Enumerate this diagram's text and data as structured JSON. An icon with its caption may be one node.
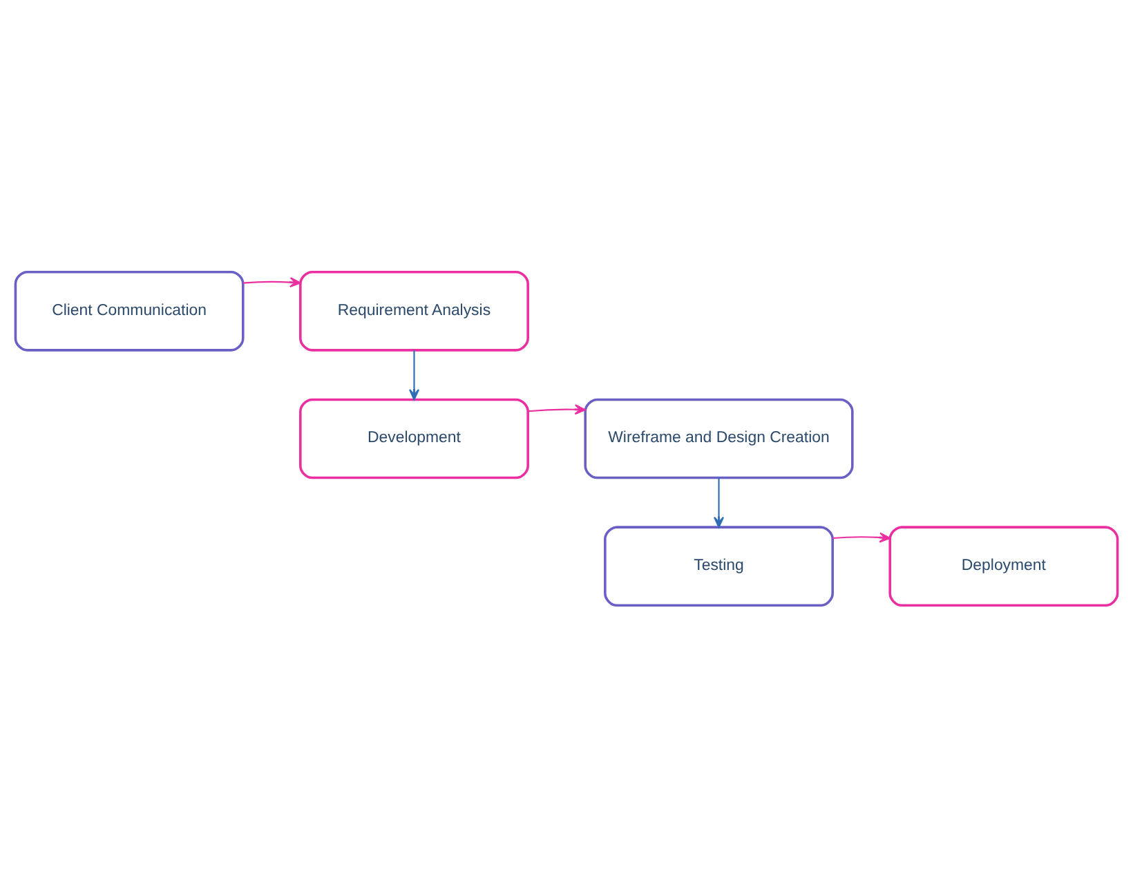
{
  "diagram": {
    "nodes": [
      {
        "text": [
          "Client Communication"
        ]
      },
      {
        "text": [
          "Requirement Analysis"
        ]
      },
      {
        "text": [
          "Wireframe and Design Creation"
        ]
      },
      {
        "text": [
          "Development"
        ]
      },
      {
        "text": [
          "Testing"
        ]
      },
      {
        "text": [
          "Deployment"
        ]
      }
    ],
    "edges": [
      {
        "from": 0,
        "to": 1,
        "arrow": "to"
      },
      {
        "from": 1,
        "to": 3,
        "arrow": "to",
        "color": "#2f6db5"
      },
      {
        "from": 3,
        "to": 2,
        "arrow": "to"
      },
      {
        "from": 2,
        "to": 4,
        "arrow": "to",
        "color": "#2f6db5"
      },
      {
        "from": 4,
        "to": 5,
        "arrow": "to"
      }
    ]
  }
}
